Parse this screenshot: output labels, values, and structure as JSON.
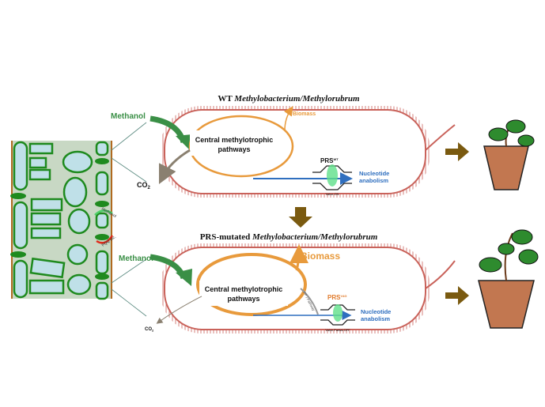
{
  "leaf": {
    "methanol_label": "Methanol",
    "other_label": "PQQ etc."
  },
  "wt": {
    "title_prefix": "WT ",
    "title_genus": "Methylobacterium/Methylorubrum",
    "methanol": "Methanol",
    "central_line1": "Central methylotrophic",
    "central_line2": "pathways",
    "biomass": "Biomass",
    "co2": "CO",
    "co2_sub": "2",
    "prs": "PRS",
    "prs_sup": "WT",
    "valve": "Valve ON",
    "nucleotide_line1": "Nucleotide",
    "nucleotide_line2": "anabolism"
  },
  "mut": {
    "title_prefix": "PRS-mutated ",
    "title_genus": "Methylobacterium/Methylorubrum",
    "methanol": "Methanol",
    "central_line1": "Central methylotrophic",
    "central_line2": "pathways",
    "biomass": "Biomass",
    "co2": "CO",
    "co2_sub": "2",
    "prs": "PRS",
    "prs_sup": "V4G",
    "ppp": "PP / Pathway",
    "valve": "Valve Partial OFF",
    "nucleotide_line1": "Nucleotide",
    "nucleotide_line2": "anabolism"
  },
  "colors": {
    "methanol": "#3a8f46",
    "biomass": "#e89a3c",
    "nucleotide": "#2f6fbf",
    "co2": "#8a8070",
    "membrane": "#c9625a",
    "arrow": "#7a5a10",
    "plant": "#2e8b2e",
    "pot": "#c27750"
  }
}
